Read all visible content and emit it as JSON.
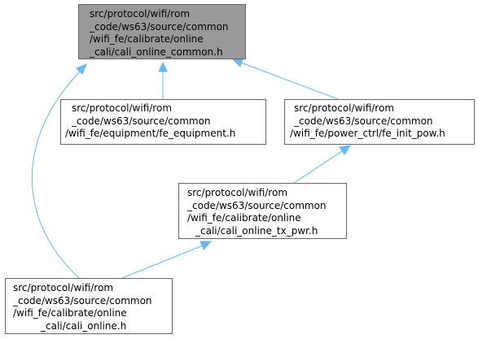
{
  "colors": {
    "root_fill": "#999999",
    "node_fill": "#ffffff",
    "node_border": "#666666",
    "edge": "#63b8ff"
  },
  "nodes": {
    "cali_online_common": {
      "lines": [
        "src/protocol/wifi/rom",
        "_code/ws63/source/common",
        "/wifi_fe/calibrate/online",
        "_cali/cali_online_common.h"
      ]
    },
    "fe_equipment": {
      "lines": [
        "src/protocol/wifi/rom",
        "_code/ws63/source/common",
        "/wifi_fe/equipment/fe_equipment.h"
      ]
    },
    "fe_init_pow": {
      "lines": [
        "src/protocol/wifi/rom",
        "_code/ws63/source/common",
        "/wifi_fe/power_ctrl/fe_init_pow.h"
      ]
    },
    "cali_online_tx_pwr": {
      "lines": [
        "src/protocol/wifi/rom",
        "_code/ws63/source/common",
        "/wifi_fe/calibrate/online",
        "_cali/cali_online_tx_pwr.h"
      ]
    },
    "cali_online": {
      "lines": [
        "src/protocol/wifi/rom",
        "_code/ws63/source/common",
        "/wifi_fe/calibrate/online",
        "_cali/cali_online.h"
      ]
    }
  },
  "edges": [
    {
      "from": "fe_equipment",
      "to": "cali_online_common"
    },
    {
      "from": "fe_init_pow",
      "to": "cali_online_common"
    },
    {
      "from": "cali_online",
      "to": "cali_online_common"
    },
    {
      "from": "cali_online_tx_pwr",
      "to": "fe_init_pow"
    },
    {
      "from": "cali_online",
      "to": "cali_online_tx_pwr"
    }
  ]
}
